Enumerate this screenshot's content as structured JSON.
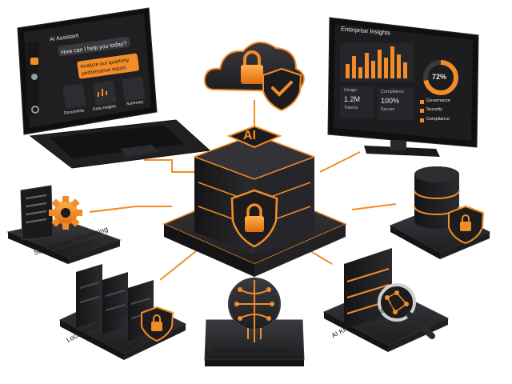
{
  "colors": {
    "accent": "#f28c28",
    "dark": "#1c1c1e",
    "panel": "#2a2a2d",
    "light_text": "#e8e8e8"
  },
  "hub": {
    "badge": "AI",
    "icon": "shield-lock-icon"
  },
  "laptop": {
    "title": "AI Assistant",
    "chat_prompt": "How can I help you today?",
    "reply_line1": "Analyze our quarterly",
    "reply_line2": "performance report.",
    "tiles": [
      "Documents",
      "Data Insights",
      "Summary"
    ]
  },
  "cloud": {
    "icons": [
      "cloud-lock-icon",
      "shield-check-icon"
    ]
  },
  "monitor": {
    "title": "Enterprise Insights",
    "gauge_value": "72%",
    "gauge_fraction": 0.72,
    "usage_label": "Usage",
    "usage_value": "1.2M",
    "usage_unit": "Tokens",
    "compliance_label": "Compliance",
    "compliance_value": "100%",
    "compliance_unit": "Secure",
    "legend": [
      "Governance",
      "Security",
      "Compliance"
    ]
  },
  "nodes": {
    "secure_data_line1": "Secure Data Processing",
    "secure_data_line2": "Architecture",
    "local_model": "Local Model Infrastructure",
    "rag": "Enterprise RAG Systems",
    "knowledge": "AI Knowledge Systems"
  }
}
